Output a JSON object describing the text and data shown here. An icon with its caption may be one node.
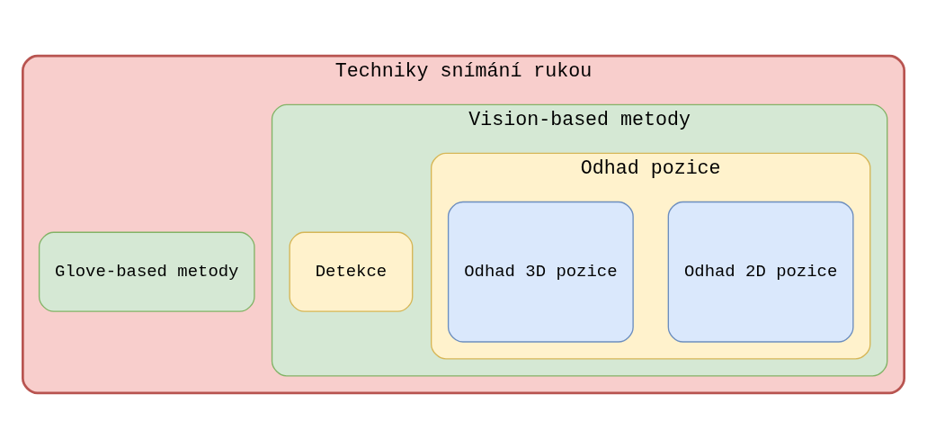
{
  "diagram": {
    "nodes": [
      {
        "text": [
          "Techniky snímání rukou"
        ]
      },
      {
        "text": [
          "Glove-based metody"
        ],
        "in": 0
      },
      {
        "text": [
          "Vision-based metody"
        ],
        "in": 0
      },
      {
        "text": [
          "Odhad pozice"
        ],
        "in": 2
      },
      {
        "text": [
          "Odhad 2D pozice"
        ],
        "in": 3
      },
      {
        "text": [
          "Odhad 3D pozice"
        ],
        "in": 3
      },
      {
        "text": [
          "Detekce"
        ],
        "in": 2
      }
    ]
  }
}
